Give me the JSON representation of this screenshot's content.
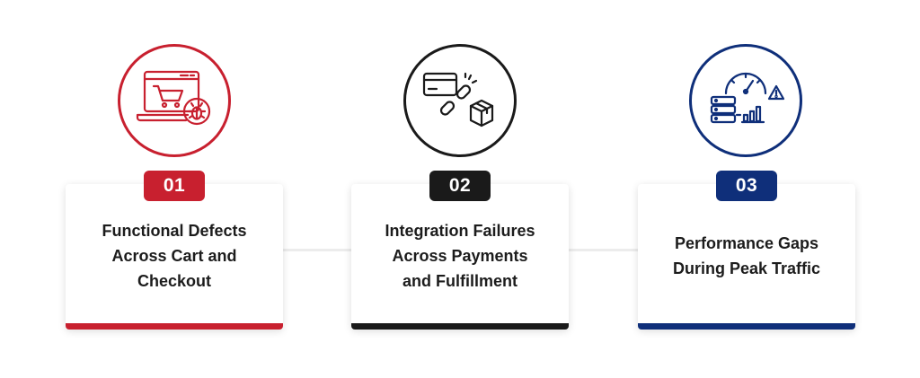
{
  "steps": [
    {
      "number": "01",
      "title": "Functional Defects\nAcross Cart and\nCheckout",
      "accent": "#c8202f",
      "icon": "cart-bug-icon"
    },
    {
      "number": "02",
      "title": "Integration Failures\nAcross Payments\nand Fulfillment",
      "accent": "#1a1a1a",
      "icon": "payment-link-box-icon"
    },
    {
      "number": "03",
      "title": "Performance Gaps\nDuring Peak Traffic",
      "accent": "#0f2f7a",
      "icon": "server-gauge-alert-icon"
    }
  ]
}
